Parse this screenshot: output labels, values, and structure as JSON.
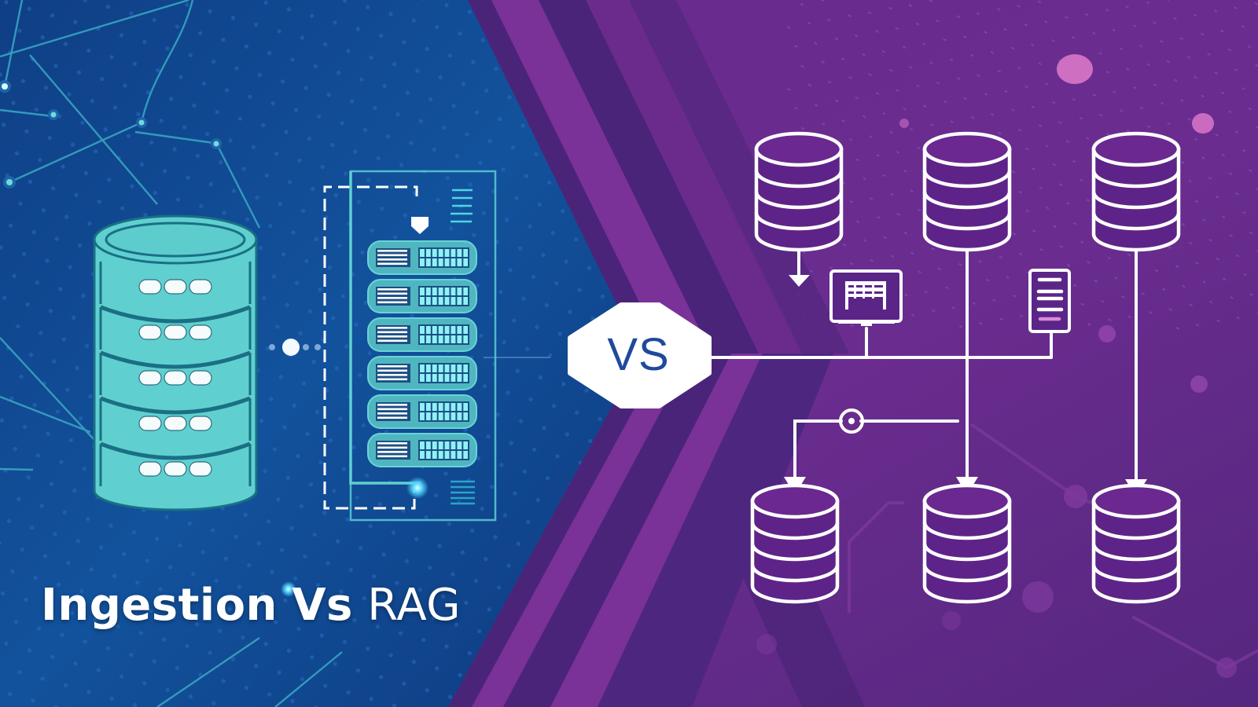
{
  "title": {
    "part1": "Ingestion",
    "part2": "Vs",
    "part3": "RAG"
  },
  "divider": {
    "label": "VS"
  },
  "left_panel": {
    "theme": "ingestion",
    "icons": [
      "database-icon",
      "server-rack-icon",
      "connector-dots-icon",
      "download-arrow-icon"
    ],
    "rack_units": 6,
    "database_segments": 5
  },
  "right_panel": {
    "theme": "rag",
    "source_databases": 3,
    "target_databases": 3,
    "icons": [
      "monitor-icon",
      "document-icon",
      "node-connector-icon"
    ]
  },
  "colors": {
    "blue_bg": "#0f3f86",
    "blue_bg_light": "#1562a8",
    "teal": "#5fd0cf",
    "teal_dark": "#1a6f85",
    "purple_bg": "#6a2a8e",
    "purple_dark": "#4a2479",
    "purple_light": "#7e3399",
    "pink_dot": "#d977c8",
    "white": "#ffffff",
    "vs_text": "#1f4a9c"
  }
}
